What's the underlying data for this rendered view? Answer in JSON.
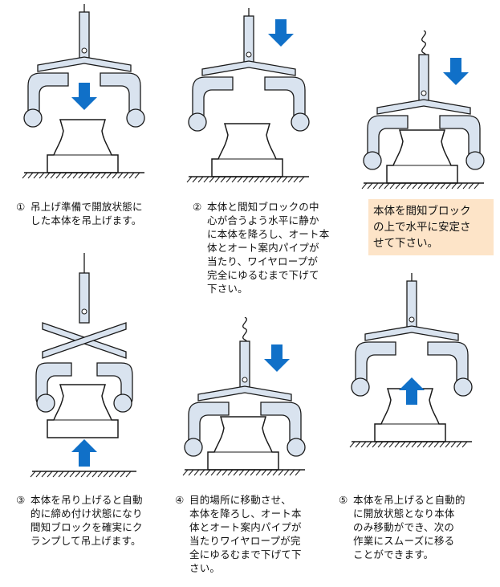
{
  "colors": {
    "metal_fill": "#d9e3ef",
    "outline": "#1a1a1a",
    "arrow": "#1070c8",
    "note_bg": "#fde4c8"
  },
  "steps": [
    {
      "num": "①",
      "lines": [
        "吊上げ準備で開放状態に",
        "した本体を吊上げます。"
      ]
    },
    {
      "num": "②",
      "lines": [
        "本体と間知ブロックの中",
        "心が合うよう水平に静か",
        "に本体を降ろし、オート本",
        "体とオート案内パイプが",
        "当たり、ワイヤロープが",
        "完全にゆるむまで下げて",
        "下さい。"
      ]
    },
    {
      "num": "③",
      "lines": [
        "本体を吊り上げると自動",
        "的に締め付け状態になり",
        "間知ブロックを確実にク",
        "ランプして吊上げます。"
      ]
    },
    {
      "num": "④",
      "lines": [
        "目的場所に移動させ、",
        "本体を降ろし、オート本",
        "体とオート案内パイプが",
        "当たりワイヤロープが完",
        "全にゆるむまで下げて下",
        "さい。"
      ]
    },
    {
      "num": "⑤",
      "lines": [
        "本体を吊上げると自動的",
        "に開放状態となり本体",
        "のみ移動ができ、次の",
        "作業にスムーズに移る",
        "ことができます。"
      ]
    }
  ],
  "note": {
    "lines": [
      "本体を間知ブロック",
      "の上で水平に安定さ",
      "せて下さい。"
    ]
  }
}
